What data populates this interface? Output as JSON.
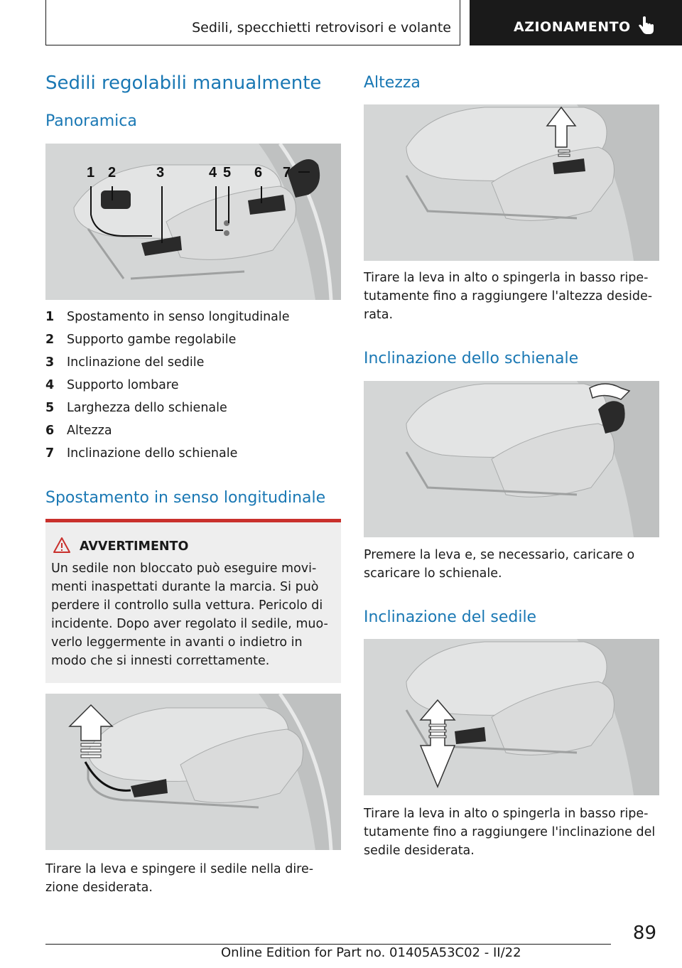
{
  "header": {
    "section": "Sedili, specchietti retrovisori e volante",
    "chapter": "AZIONAMENTO"
  },
  "title": "Sedili regolabili manualmente",
  "overview": {
    "heading": "Panoramica",
    "labels": [
      "1",
      "2",
      "3",
      "4",
      "5",
      "6",
      "7"
    ],
    "items": [
      {
        "num": "1",
        "text": "Spostamento in senso longitudinale"
      },
      {
        "num": "2",
        "text": "Supporto gambe regolabile"
      },
      {
        "num": "3",
        "text": "Inclinazione del sedile"
      },
      {
        "num": "4",
        "text": "Supporto lombare"
      },
      {
        "num": "5",
        "text": "Larghezza dello schienale"
      },
      {
        "num": "6",
        "text": "Altezza"
      },
      {
        "num": "7",
        "text": "Inclinazione dello schienale"
      }
    ]
  },
  "longitudinal": {
    "heading": "Spostamento in senso longitudinale",
    "warning_title": "AVVERTIMENTO",
    "warning_text": "Un sedile non bloccato può eseguire movi-menti inaspettati durante la marcia. Si può perdere il controllo sulla vettura. Pericolo di incidente. Dopo aver regolato il sedile, muo-verlo leggermente in avanti o indietro in modo che si innesti correttamente.",
    "text": "Tirare la leva e spingere il sedile nella dire-zione desiderata."
  },
  "height": {
    "heading": "Altezza",
    "text": "Tirare la leva in alto o spingerla in basso ripe-tutamente fino a raggiungere l'altezza deside-rata."
  },
  "backrest": {
    "heading": "Inclinazione dello schienale",
    "text": "Premere la leva e, se necessario, caricare o scaricare lo schienale."
  },
  "seat_tilt": {
    "heading": "Inclinazione del sedile",
    "text": "Tirare la leva in alto o spingerla in basso ripe-tutamente fino a raggiungere l'inclinazione del sedile desiderata."
  },
  "footer": {
    "page": "89",
    "edition": "Online Edition for Part no. 01405A53C02 - II/22"
  },
  "colors": {
    "heading": "#1a78b4",
    "warning_rule": "#c9302c",
    "header_dark": "#1a1a1a"
  }
}
